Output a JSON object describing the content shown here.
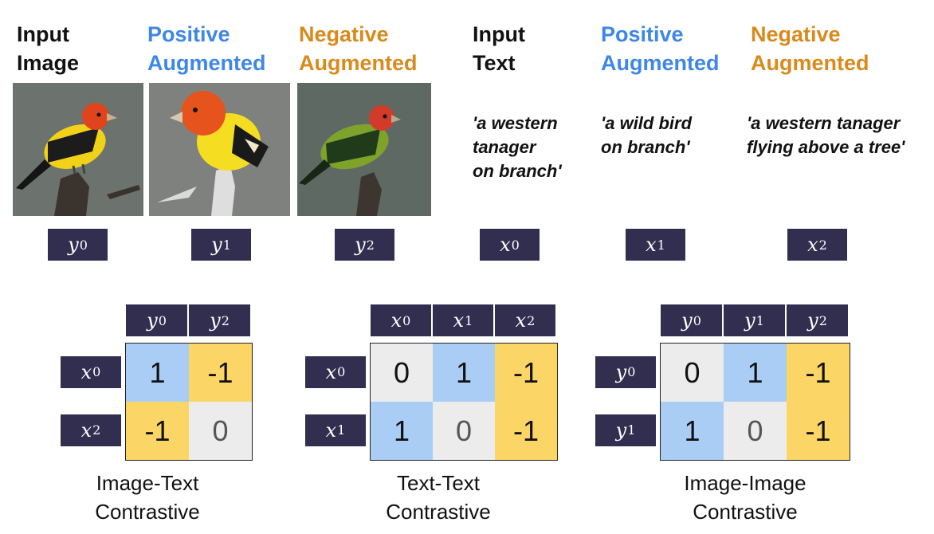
{
  "headers": {
    "input_image": "Input\nImage",
    "positive_image": "Positive\nAugmented",
    "negative_image": "Negative\nAugmented",
    "input_text": "Input\nText",
    "positive_text": "Positive\nAugmented",
    "negative_text": "Negative\nAugmented"
  },
  "captions": {
    "input_text": "'a western\ntanager\non branch'",
    "positive_text": "'a wild bird\non branch'",
    "negative_text": "'a western tanager\nflying above a tree'"
  },
  "variables": {
    "y0": {
      "sym": "y",
      "sub": "0"
    },
    "y1": {
      "sym": "y",
      "sub": "1"
    },
    "y2": {
      "sym": "y",
      "sub": "2"
    },
    "x0": {
      "sym": "x",
      "sub": "0"
    },
    "x1": {
      "sym": "x",
      "sub": "1"
    },
    "x2": {
      "sym": "x",
      "sub": "2"
    }
  },
  "colors": {
    "positive": "#aacdf5",
    "negative": "#fbd565",
    "neutral": "#ececec",
    "label_box": "#312e50"
  },
  "matrices": [
    {
      "title": "Image-Text\nContrastive",
      "cols": [
        "y0",
        "y2"
      ],
      "rows": [
        "x0",
        "x2"
      ],
      "cells": [
        [
          "1",
          "-1"
        ],
        [
          "-1",
          "0"
        ]
      ],
      "kinds": [
        [
          "positive",
          "negative"
        ],
        [
          "negative",
          "neutral"
        ]
      ]
    },
    {
      "title": "Text-Text\nContrastive",
      "cols": [
        "x0",
        "x1",
        "x2"
      ],
      "rows": [
        "x0",
        "x1"
      ],
      "cells": [
        [
          "0",
          "1",
          "-1"
        ],
        [
          "1",
          "0",
          "-1"
        ]
      ],
      "kinds": [
        [
          "neutral",
          "positive",
          "negative"
        ],
        [
          "positive",
          "neutral",
          "negative"
        ]
      ]
    },
    {
      "title": "Image-Image\nContrastive",
      "cols": [
        "y0",
        "y1",
        "y2"
      ],
      "rows": [
        "y0",
        "y1"
      ],
      "cells": [
        [
          "0",
          "1",
          "-1"
        ],
        [
          "1",
          "0",
          "-1"
        ]
      ],
      "kinds": [
        [
          "neutral",
          "positive",
          "negative"
        ],
        [
          "positive",
          "neutral",
          "negative"
        ]
      ]
    }
  ]
}
